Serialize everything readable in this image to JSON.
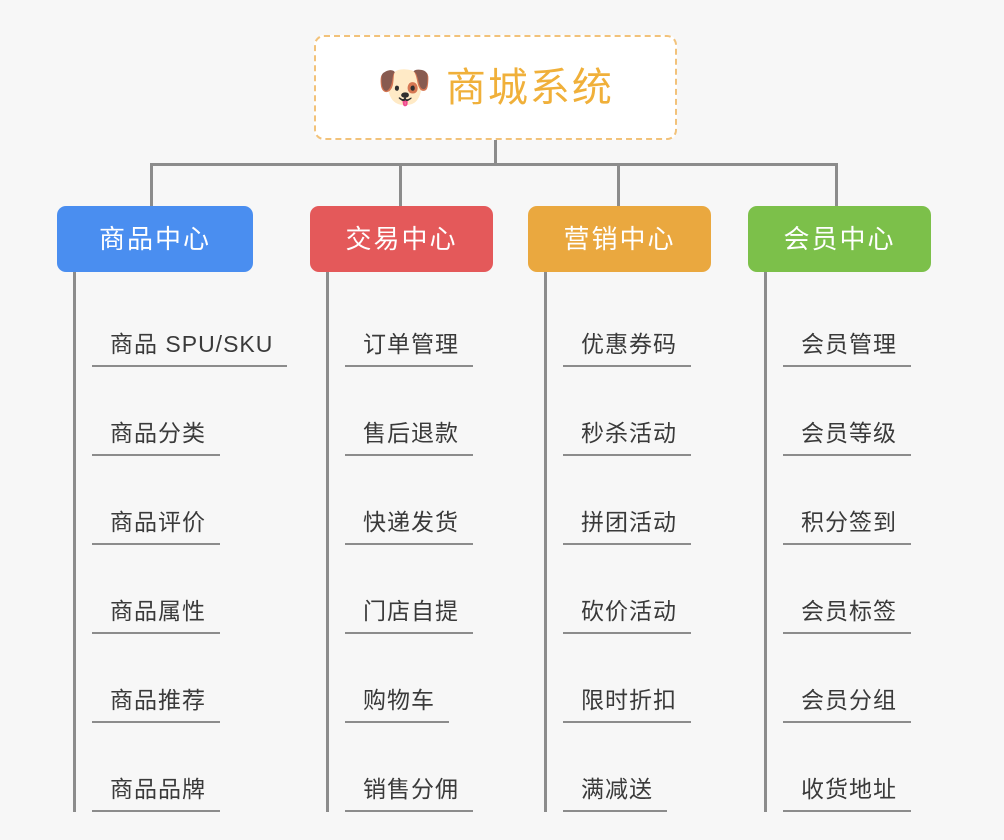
{
  "diagram": {
    "type": "mindmap-org-chart",
    "background_color": "#f7f7f7",
    "connector_color": "#8c8c8c",
    "root": {
      "icon": "shiba-dog-face-emoji",
      "icon_glyph": "🐶",
      "title": "商城系统",
      "text_color": "#f0b03a",
      "border_color": "#f2c27a",
      "border_style": "dashed",
      "background_color": "#ffffff"
    },
    "branches": [
      {
        "label": "商品中心",
        "color": "#4a8ef0",
        "items": [
          "商品 SPU/SKU",
          "商品分类",
          "商品评价",
          "商品属性",
          "商品推荐",
          "商品品牌"
        ]
      },
      {
        "label": "交易中心",
        "color": "#e4595a",
        "items": [
          "订单管理",
          "售后退款",
          "快递发货",
          "门店自提",
          "购物车",
          "销售分佣"
        ]
      },
      {
        "label": "营销中心",
        "color": "#eaa83f",
        "items": [
          "优惠券码",
          "秒杀活动",
          "拼团活动",
          "砍价活动",
          "限时折扣",
          "满减送"
        ]
      },
      {
        "label": "会员中心",
        "color": "#7cc04a",
        "items": [
          "会员管理",
          "会员等级",
          "积分签到",
          "会员标签",
          "会员分组",
          "收货地址"
        ]
      }
    ]
  }
}
